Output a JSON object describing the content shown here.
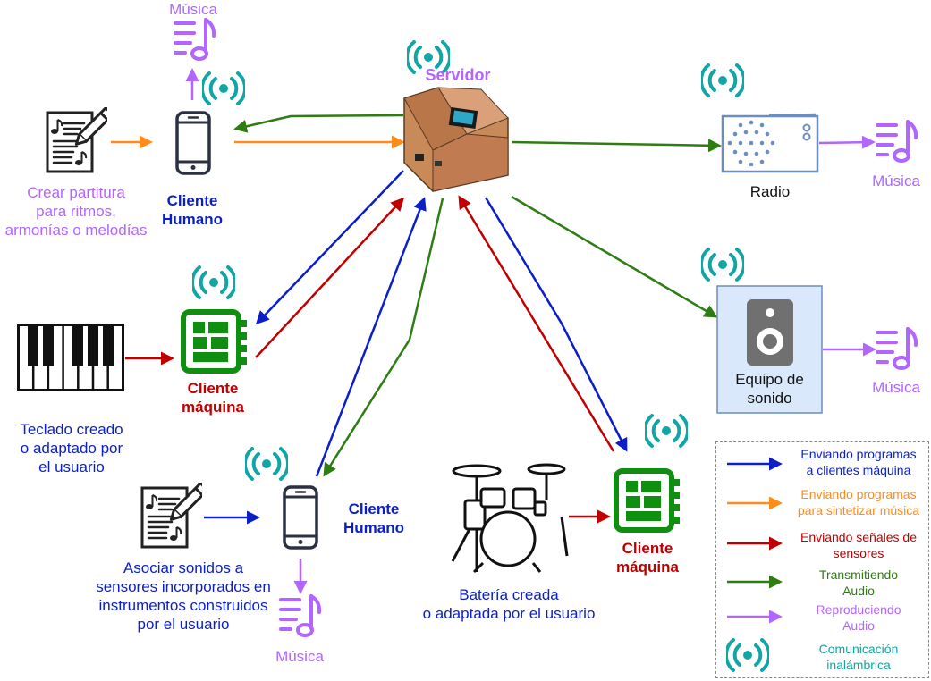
{
  "colors": {
    "blue": "#0b1fc8",
    "orange": "#ff8c1a",
    "red": "#c00000",
    "green": "#2e7d12",
    "purple": "#b266ff",
    "teal": "#12a5a5",
    "chip_green": "#0f8f0f",
    "server_wood": "#c98a5a"
  },
  "server": {
    "label": "Servidor",
    "icon": "wooden-server-box"
  },
  "radio": {
    "label": "Radio",
    "icon": "radio-icon"
  },
  "speaker": {
    "label_lines": [
      "Equipo de",
      "sonido"
    ],
    "icon": "speaker-icon"
  },
  "music_label": "Música",
  "human_client_top": {
    "label_lines": [
      "Cliente",
      "Humano"
    ],
    "source_lines": [
      "Crear partitura",
      "para ritmos,",
      "armonías o melodías"
    ]
  },
  "machine_client_left": {
    "label_lines": [
      "Cliente",
      "máquina"
    ],
    "source_lines": [
      "Teclado creado",
      "o adaptado por",
      "el usuario"
    ]
  },
  "human_client_bottom": {
    "label_lines": [
      "Cliente",
      "Humano"
    ],
    "source_lines": [
      "Asociar sonidos a",
      "sensores incorporados en",
      "instrumentos construidos",
      "por el usuario"
    ]
  },
  "machine_client_right": {
    "label_lines": [
      "Cliente",
      "máquina"
    ],
    "source_lines": [
      "Batería creada",
      "o adaptada por el usuario"
    ]
  },
  "legend": [
    {
      "color": "blue",
      "lines": [
        "Enviando programas",
        "a clientes máquina"
      ]
    },
    {
      "color": "orange",
      "lines": [
        "Enviando programas",
        "para sintetizar música"
      ]
    },
    {
      "color": "red",
      "lines": [
        "Enviando señales de",
        "sensores"
      ]
    },
    {
      "color": "green",
      "lines": [
        "Transmitiendo",
        "Audio"
      ]
    },
    {
      "color": "purple",
      "lines": [
        "Reproduciendo",
        "Audio"
      ]
    },
    {
      "color": "teal",
      "lines": [
        "Comunicación",
        "inalámbrica"
      ]
    }
  ]
}
